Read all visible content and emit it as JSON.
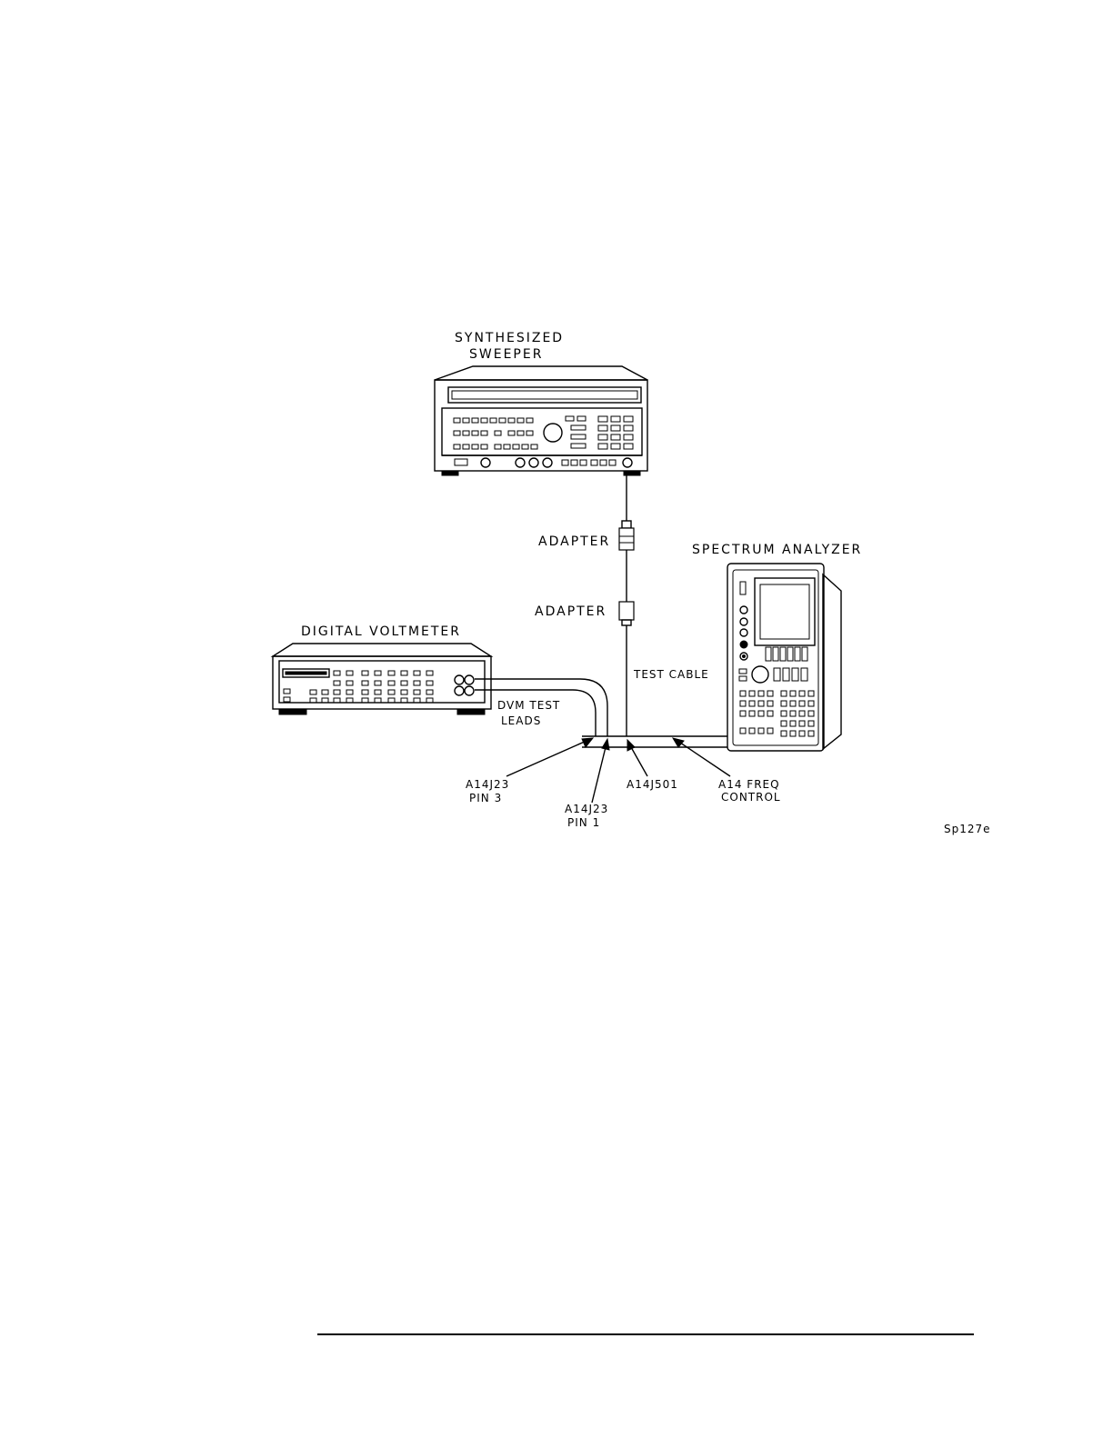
{
  "labels": {
    "sweeper_line1": "SYNTHESIZED",
    "sweeper_line2": "SWEEPER",
    "adapter_top": "ADAPTER",
    "adapter_bottom": "ADAPTER",
    "spectrum_analyzer": "SPECTRUM ANALYZER",
    "digital_voltmeter": "DIGITAL VOLTMETER",
    "test_cable": "TEST CABLE",
    "dvm_leads_line1": "DVM TEST",
    "dvm_leads_line2": "LEADS",
    "pin3_line1": "A14J23",
    "pin3_line2": "PIN 3",
    "pin1_line1": "A14J23",
    "pin1_line2": "PIN 1",
    "a14j501": "A14J501",
    "freq_line1": "A14 FREQ",
    "freq_line2": "CONTROL",
    "figure_id": "Sp127e"
  }
}
